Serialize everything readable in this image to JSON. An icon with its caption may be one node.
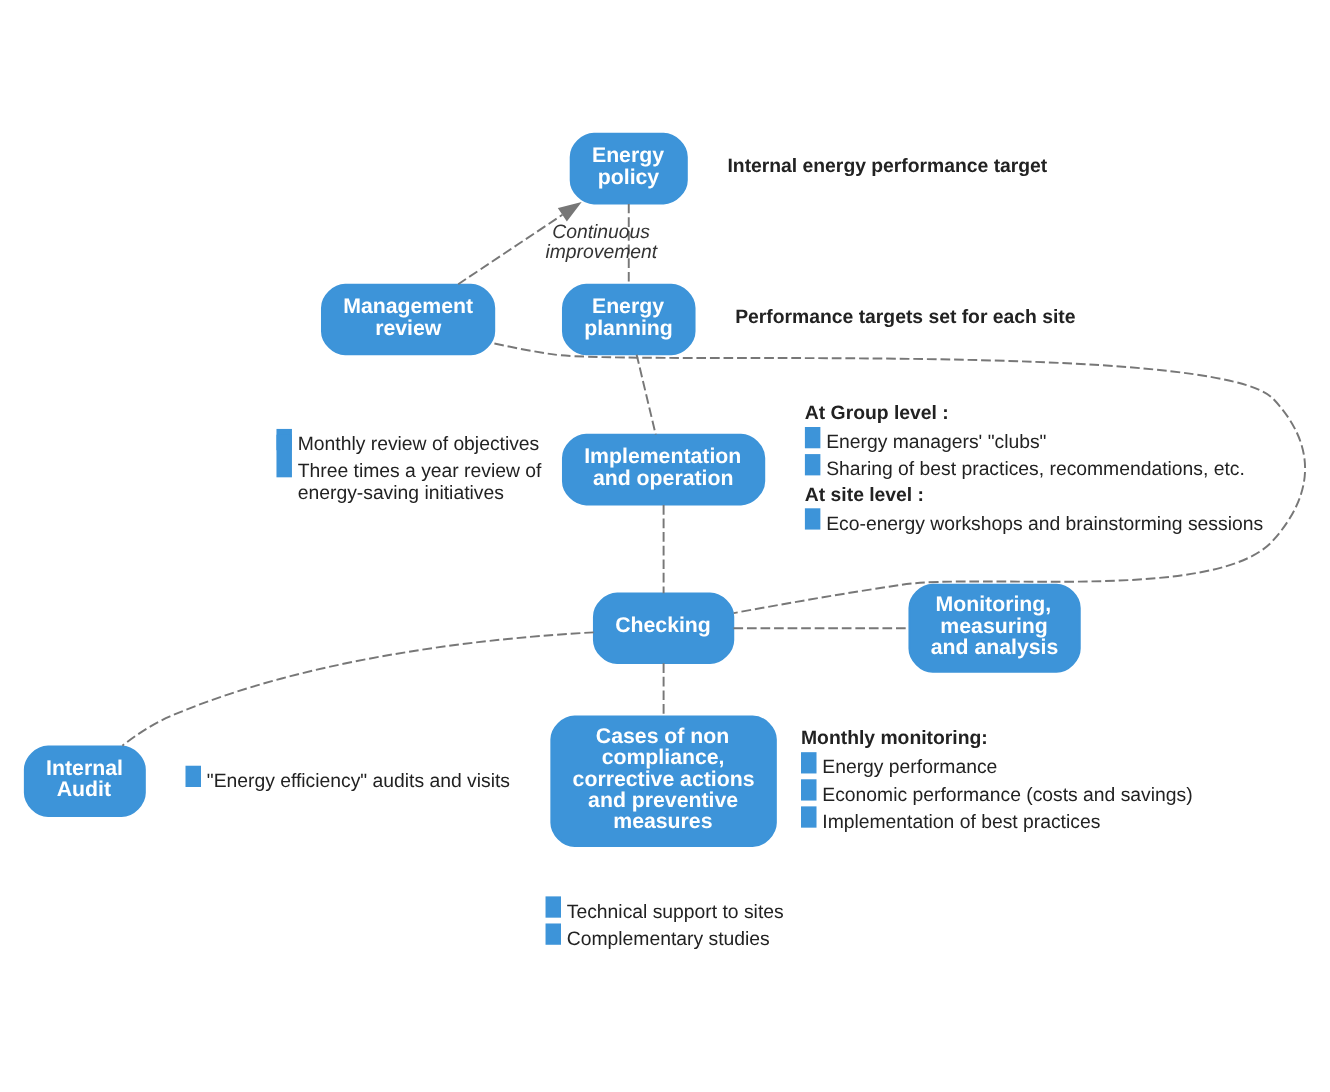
{
  "diagram": {
    "nodes": [
      {
        "text": [
          "Energy policy"
        ],
        "beside": [
          "Internal energy performance target"
        ]
      },
      {
        "text": [
          "Management review"
        ],
        "beside": [
          "Monthly review of objectives",
          "Three times a year review of energy-saving initiatives"
        ]
      },
      {
        "text": [
          "Energy planning"
        ],
        "beside": [
          "Performance targets set for each site"
        ]
      },
      {
        "text": [
          "Implementation and operation"
        ],
        "beside": [
          "At Group level :",
          "Energy managers' \"clubs\"",
          "Sharing of best practices, recommendations, etc.",
          "At site level :",
          "Eco-energy workshops and brainstorming sessions"
        ]
      },
      {
        "text": [
          "Checking"
        ]
      },
      {
        "text": [
          "Monitoring, measuring and analysis"
        ],
        "beside": [
          "Monthly monitoring:",
          "Energy performance",
          "Economic performance (costs and savings)",
          "Implementation of best practices"
        ]
      },
      {
        "text": [
          "Internal Audit"
        ],
        "beside": [
          "\"Energy efficiency\" audits and visits"
        ]
      },
      {
        "text": [
          "Cases of non compliance, corrective actions and preventive measures"
        ],
        "beside": [
          "Technical support to sites",
          "Complementary studies"
        ]
      }
    ],
    "edges": [
      {
        "from": 1,
        "to": 0,
        "arrow": "to",
        "style": "dashed",
        "label": "Continuous improvement"
      },
      {
        "from": 0,
        "to": 2,
        "arrow": "none",
        "style": "dashed"
      },
      {
        "from": 2,
        "to": 3,
        "arrow": "none",
        "style": "dashed"
      },
      {
        "from": 3,
        "to": 4,
        "arrow": "none",
        "style": "dashed"
      },
      {
        "from": 1,
        "to": 4,
        "arrow": "none",
        "style": "dashed"
      },
      {
        "from": 4,
        "to": 5,
        "arrow": "none",
        "style": "dashed"
      },
      {
        "from": 4,
        "to": 6,
        "arrow": "none",
        "style": "dashed"
      },
      {
        "from": 4,
        "to": 7,
        "arrow": "none",
        "style": "dashed"
      }
    ]
  }
}
